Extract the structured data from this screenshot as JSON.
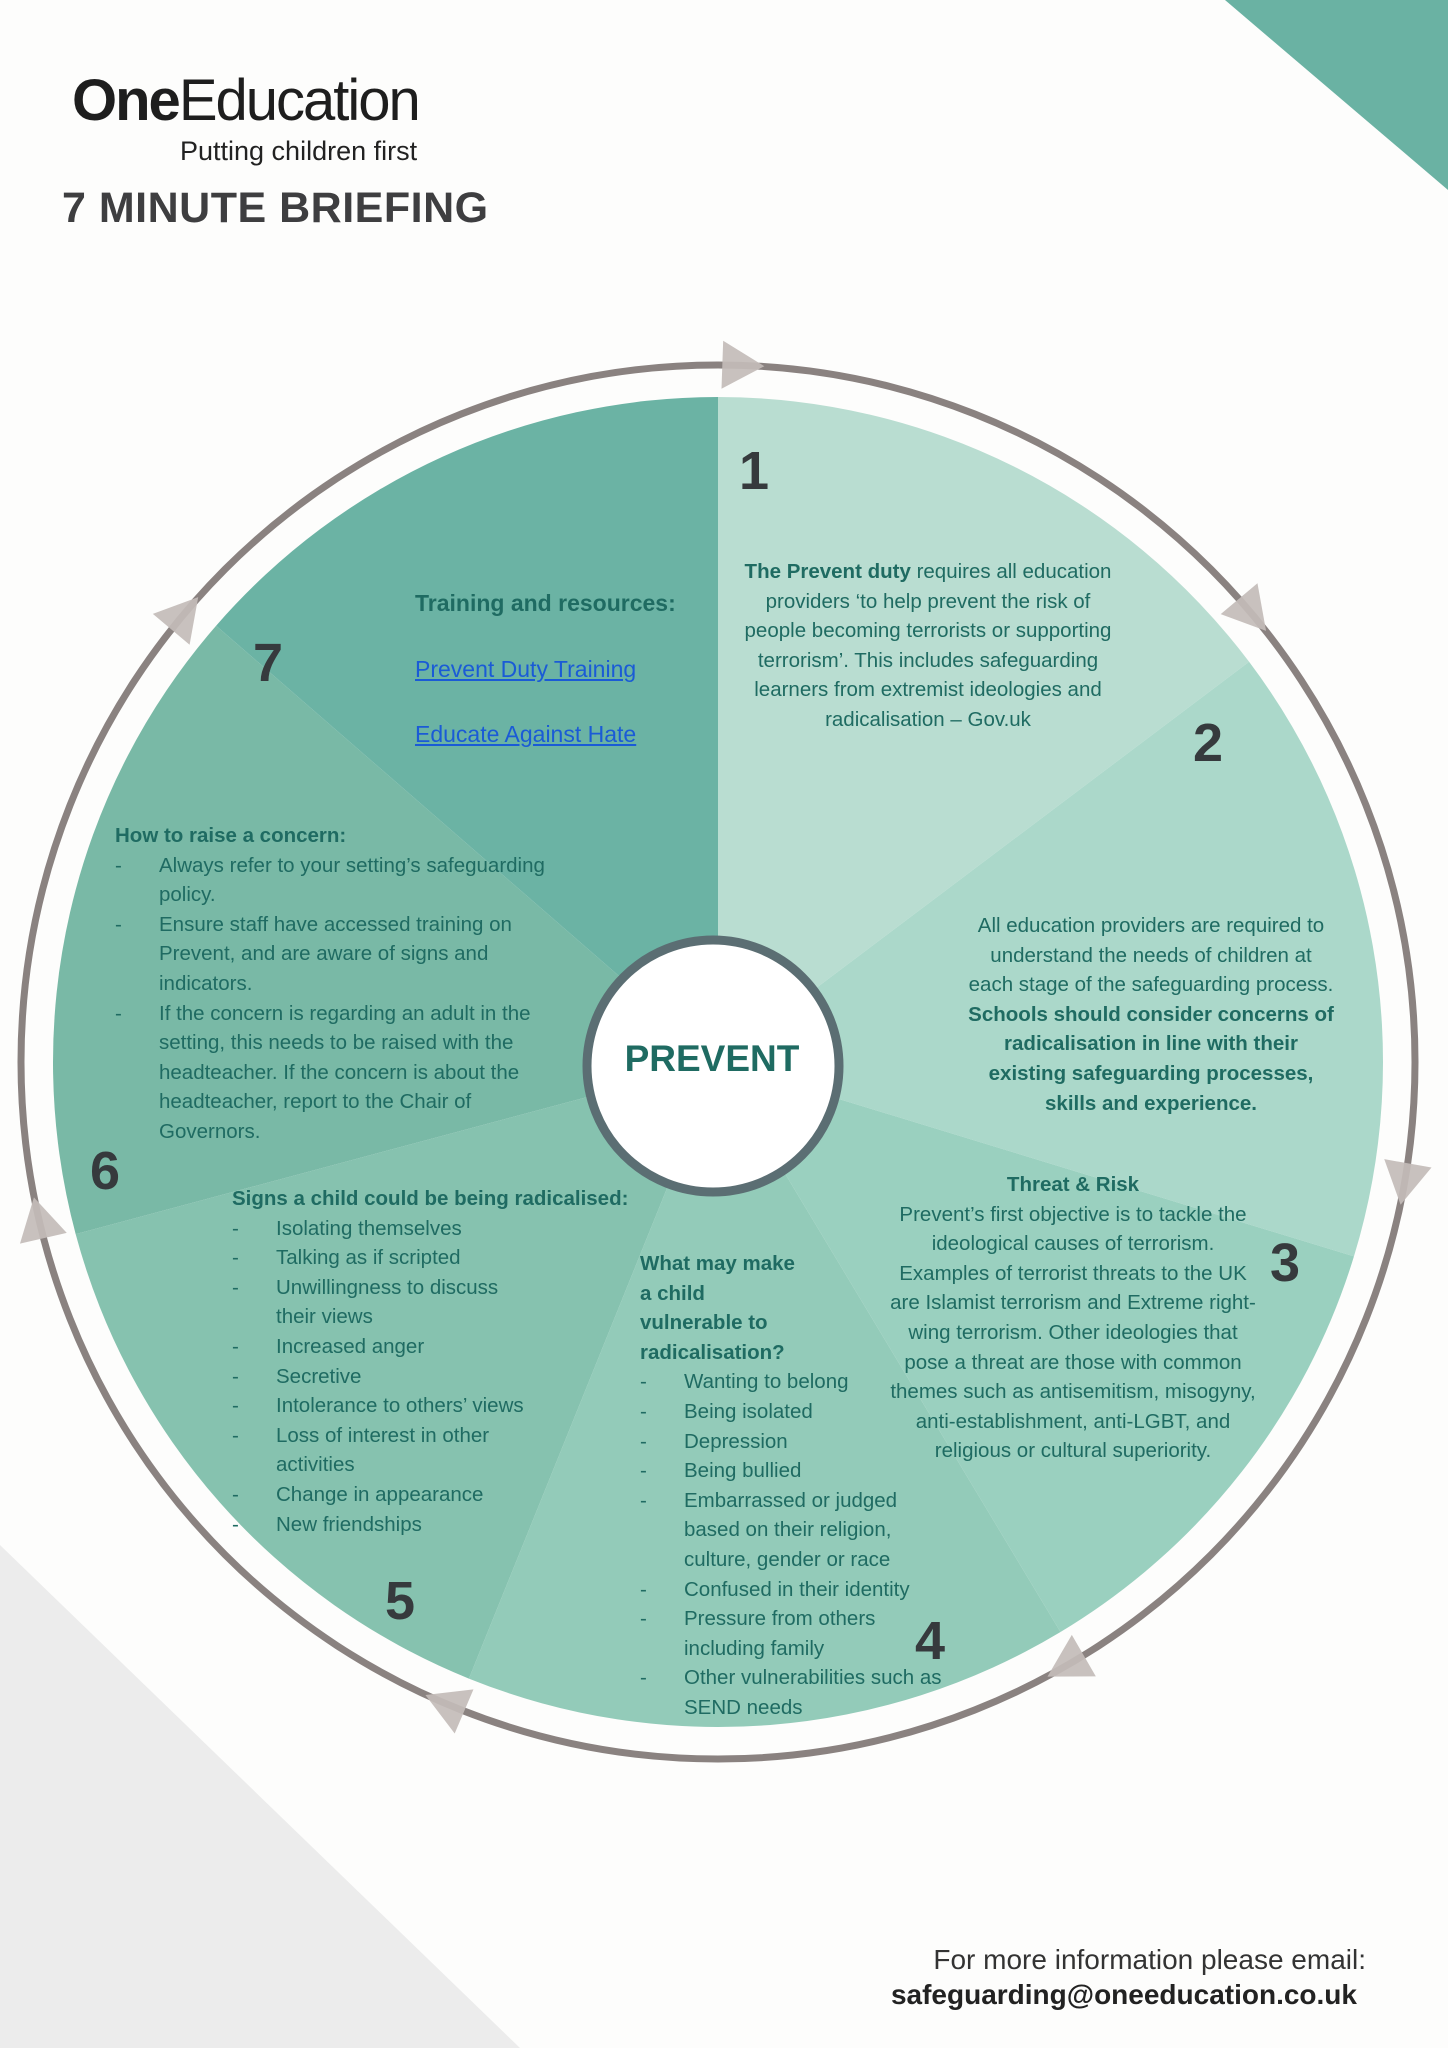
{
  "header": {
    "brand_bold": "One",
    "brand_light": "Education",
    "tagline": "Putting children first",
    "title": "7 MINUTE BRIEFING"
  },
  "center_label": "PREVENT",
  "segments": {
    "s1": {
      "number": "1",
      "lead_bold": "The Prevent duty",
      "text": "requires all education providers ‘to help prevent the risk of people becoming terrorists or supporting terrorism’. This includes safeguarding learners from extremist ideologies and radicalisation – Gov.uk"
    },
    "s2": {
      "number": "2",
      "text": "All education providers are required to understand the needs of children at each stage of the safeguarding process.",
      "bold_text": "Schools should consider concerns of radicalisation in line with their existing safeguarding processes, skills and experience."
    },
    "s3": {
      "number": "3",
      "title": "Threat & Risk",
      "text": "Prevent’s first objective is to tackle the ideological causes of terrorism. Examples of terrorist threats to the UK are Islamist terrorism and Extreme right-wing terrorism. Other ideologies that pose a threat are those with common themes such as antisemitism, misogyny, anti-establishment, anti-LGBT, and religious or cultural superiority."
    },
    "s4": {
      "number": "4",
      "title": "What may make a child vulnerable to radicalisation?",
      "items": [
        "Wanting to belong",
        "Being isolated",
        "Depression",
        "Being bullied",
        "Embarrassed or judged based on their religion, culture, gender or race",
        "Confused in their identity",
        "Pressure from others including family",
        "Other vulnerabilities such as SEND needs"
      ]
    },
    "s5": {
      "number": "5",
      "title": "Signs a child could be being radicalised:",
      "items": [
        "Isolating themselves",
        "Talking as if scripted",
        "Unwillingness to discuss their views",
        "Increased anger",
        "Secretive",
        "Intolerance to others’ views",
        "Loss of interest in other activities",
        "Change in appearance",
        "New friendships"
      ]
    },
    "s6": {
      "number": "6",
      "title": "How to raise a concern:",
      "items": [
        "Always refer to your setting’s safeguarding policy.",
        "Ensure staff have accessed training on Prevent, and are aware of signs and indicators.",
        "If the concern is regarding an adult in the setting, this needs to be raised with the headteacher. If the concern is about the headteacher, report to the Chair of Governors."
      ]
    },
    "s7": {
      "number": "7",
      "title": "Training and resources:",
      "link1": "Prevent Duty Training",
      "link2": "Educate Against Hate"
    }
  },
  "footer": {
    "line": "For more information please email:",
    "email": "safeguarding@oneeducation.co.uk"
  },
  "colors": {
    "seg1": "#b9ddd1",
    "seg2": "#abd8ca",
    "seg3": "#9ad0bf",
    "seg4": "#93cbb9",
    "seg5": "#86c2af",
    "seg6": "#79b9a6",
    "seg7": "#6bb3a4",
    "ring": "#8a8280",
    "accent_text": "#1f6b62"
  }
}
